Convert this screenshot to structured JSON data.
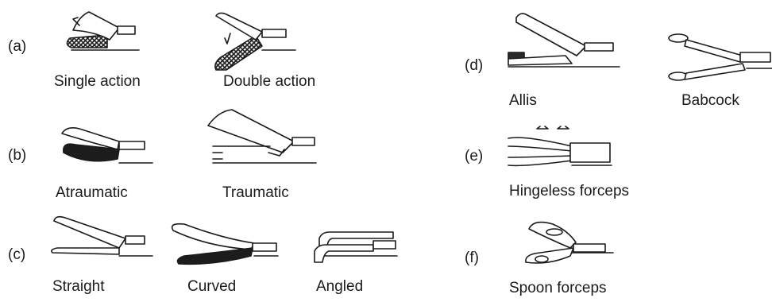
{
  "rows": {
    "a": {
      "tag": "(a)",
      "items": [
        "Single action",
        "Double action"
      ]
    },
    "b": {
      "tag": "(b)",
      "items": [
        "Atraumatic",
        "Traumatic"
      ]
    },
    "c": {
      "tag": "(c)",
      "items": [
        "Straight",
        "Curved",
        "Angled"
      ]
    },
    "d": {
      "tag": "(d)",
      "items": [
        "Allis",
        "Babcock"
      ]
    },
    "e": {
      "tag": "(e)",
      "items": [
        "Hingeless forceps"
      ]
    },
    "f": {
      "tag": "(f)",
      "items": [
        "Spoon forceps"
      ]
    }
  }
}
